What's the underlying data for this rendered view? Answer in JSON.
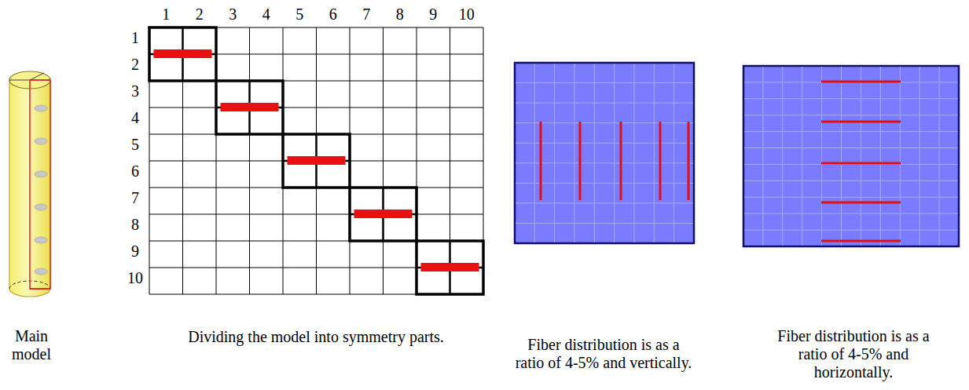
{
  "diagram": {
    "labels": [
      "1",
      "2",
      "3",
      "4",
      "5",
      "6",
      "7",
      "8",
      "9",
      "10",
      "1",
      "2",
      "3",
      "4",
      "5",
      "6",
      "7",
      "8",
      "9",
      "10",
      "Main model",
      "Dividing the model into symmetry parts.",
      "Fiber distribution is as a ratio of 4-5% and vertically.",
      "Fiber distribution is as a ratio of 4-5% and horizontally."
    ]
  }
}
